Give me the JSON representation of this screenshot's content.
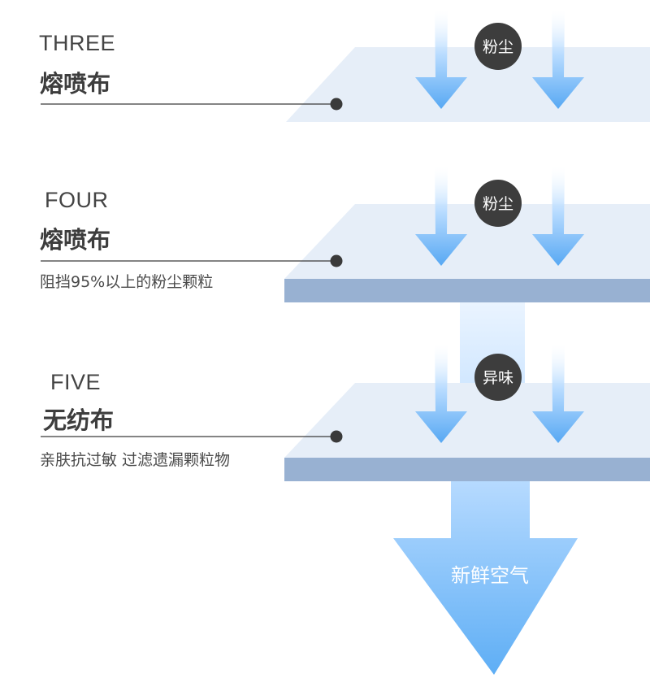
{
  "layers": [
    {
      "number_label": "THREE",
      "material": "熔喷布",
      "description": null,
      "badge": "粉尘"
    },
    {
      "number_label": "FOUR",
      "material": "熔喷布",
      "description": "阻挡95%以上的粉尘颗粒",
      "badge": "粉尘"
    },
    {
      "number_label": "FIVE",
      "material": "无纺布",
      "description": "亲肤抗过敏 过滤遗漏颗粒物",
      "badge": "异味"
    }
  ],
  "output_arrow": {
    "label": "新鲜空气"
  },
  "colors": {
    "layer_surface": "#e6eef8",
    "layer_edge": "#98b1d2",
    "arrow_light": "#e8f3ff",
    "arrow_dark": "#5aaaf2",
    "badge_bg": "#3d3d3d",
    "text_dark": "#3d3d3d",
    "connector": "#3a3a3a"
  }
}
